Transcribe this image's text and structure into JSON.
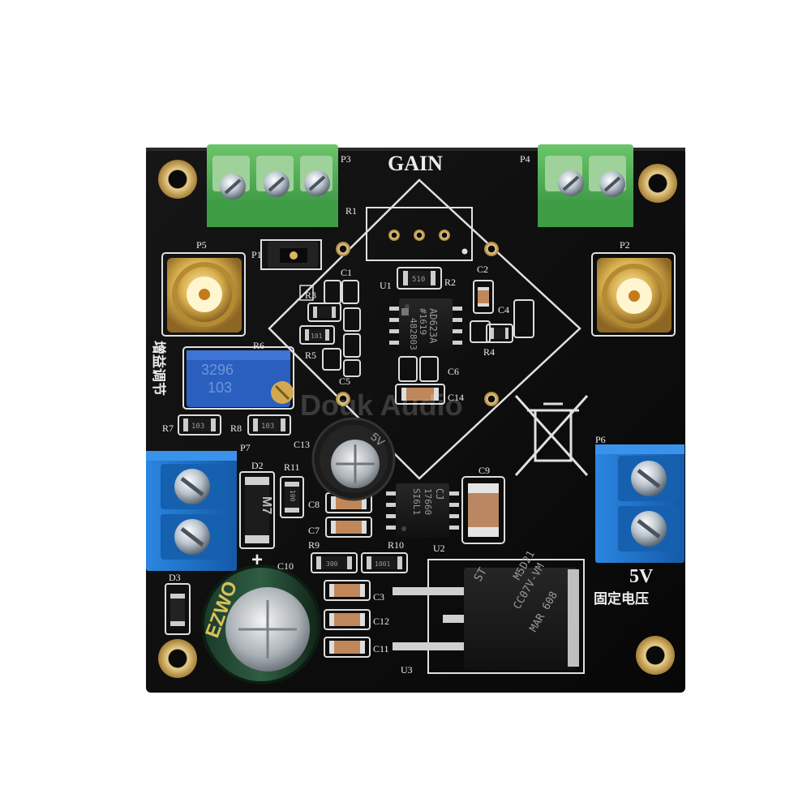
{
  "colors": {
    "background": "#ffffff",
    "pcb": "#0c0c0c",
    "silkscreen": "#ececec",
    "gold": "#c8a45a",
    "terminal_green": "#4caf50",
    "terminal_blue": "#1e6fc2",
    "trimmer_blue": "#2a5fbf"
  },
  "board": {
    "gain_label": "GAIN",
    "voltage_label": "5V",
    "fixed_voltage_cn": "固定电压",
    "vertical_cn": "增益调节",
    "watermark": "Douk Audio"
  },
  "refs": {
    "P1": "P1",
    "P2": "P2",
    "P3": "P3",
    "P4": "P4",
    "P5": "P5",
    "P6": "P6",
    "P7": "P7",
    "R1": "R1",
    "R2": "R2",
    "R3": "R3",
    "R4": "R4",
    "R5": "R5",
    "R6": "R6",
    "R7": "R7",
    "R8": "R8",
    "R9": "R9",
    "R10": "R10",
    "R11": "R11",
    "C1": "C1",
    "C2": "C2",
    "C3": "C3",
    "C4": "C4",
    "C5": "C5",
    "C6": "C6",
    "C7": "C7",
    "C8": "C8",
    "C9": "C9",
    "C10": "C10",
    "C11": "C11",
    "C12": "C12",
    "C13": "C13",
    "C14": "C14",
    "D2": "D2",
    "D3": "D3",
    "U1": "U1",
    "U2": "U2",
    "U3": "U3"
  },
  "parts": {
    "u1_line1": "AD623A",
    "u1_line2": "#1619",
    "u1_line3": "482803",
    "u2_line1": "CJ",
    "u2_line2": "17660",
    "u2_line3": "SI6L1",
    "u3_line1": "ST",
    "u3_line2": "M5D21",
    "u3_line3": "CC07V-VM",
    "u3_line4": "MAR 608",
    "d2_marking": "M7",
    "res_510": "510",
    "res_101": "101",
    "res_103": "103",
    "res_100": "100",
    "res_300": "300",
    "res_1001": "1001",
    "trimmer_line1": "3296",
    "trimmer_line2": "103",
    "cap_c10_text": "EZWO",
    "cap_c13_text": "5V",
    "polarity_plus": "+"
  }
}
